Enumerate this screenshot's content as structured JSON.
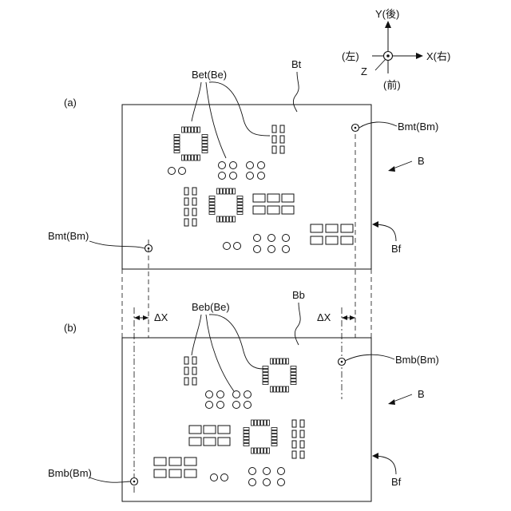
{
  "axes": {
    "y_label": "Y(後)",
    "x_label": "X(右)",
    "left_label": "(左)",
    "front_label": "(前)",
    "z_label": "Z"
  },
  "panel_a": {
    "tag": "(a)",
    "board_top_label": "Bt",
    "elec_label": "Bet(Be)",
    "mark_right_label": "Bmt(Bm)",
    "mark_left_label": "Bmt(Bm)",
    "board_label": "B",
    "face_label": "Bf"
  },
  "panel_b": {
    "tag": "(b)",
    "board_bottom_label": "Bb",
    "elec_label": "Beb(Be)",
    "mark_right_label": "Bmb(Bm)",
    "mark_left_label": "Bmb(Bm)",
    "board_label": "B",
    "face_label": "Bf",
    "delta_left": "ΔX",
    "delta_right": "ΔX"
  }
}
